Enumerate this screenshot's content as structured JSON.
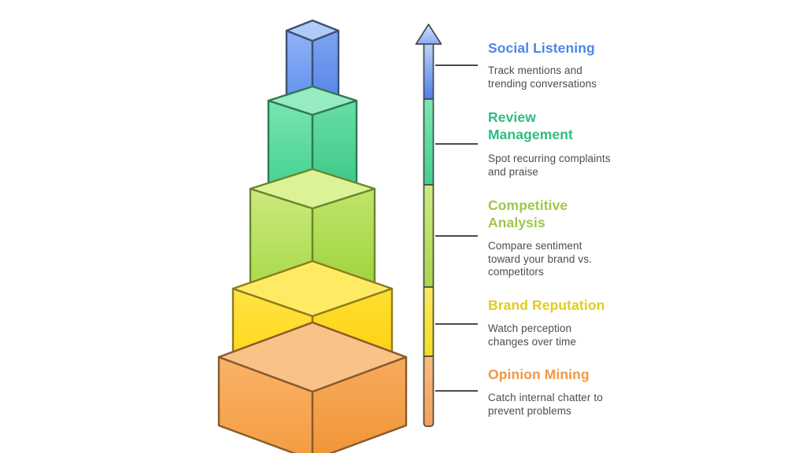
{
  "diagram": {
    "kind": "stacked-block-pyramid-with-scale",
    "background_color": "#ffffff",
    "outline_color": "#4a4a4a",
    "description_text_color": "#4d4d4d"
  },
  "levels": [
    {
      "id": "social-listening",
      "title": "Social Listening",
      "description": "Track mentions and\ntrending conversations",
      "title_color": "#4a86e8",
      "block_color": "#6b98ef",
      "bar_color": "#4d7ee9"
    },
    {
      "id": "review-management",
      "title": "Review Management",
      "description": "Spot recurring complaints\nand praise",
      "title_color": "#2ebd7f",
      "block_color": "#4ed996",
      "bar_color": "#3fd08e"
    },
    {
      "id": "competitive-analysis",
      "title": "Competitive Analysis",
      "description": "Compare sentiment\ntoward your brand vs.\ncompetitors",
      "title_color": "#a2c64b",
      "block_color": "#b0dd52",
      "bar_color": "#a6d84a"
    },
    {
      "id": "brand-reputation",
      "title": "Brand Reputation",
      "description": "Watch perception\nchanges over time",
      "title_color": "#e2cc1e",
      "block_color": "#ffdd22",
      "bar_color": "#f4dd20"
    },
    {
      "id": "opinion-mining",
      "title": "Opinion Mining",
      "description": "Catch internal chatter to\nprevent problems",
      "title_color": "#ee9a47",
      "block_color": "#f6a755",
      "bar_color": "#f2a158"
    }
  ]
}
